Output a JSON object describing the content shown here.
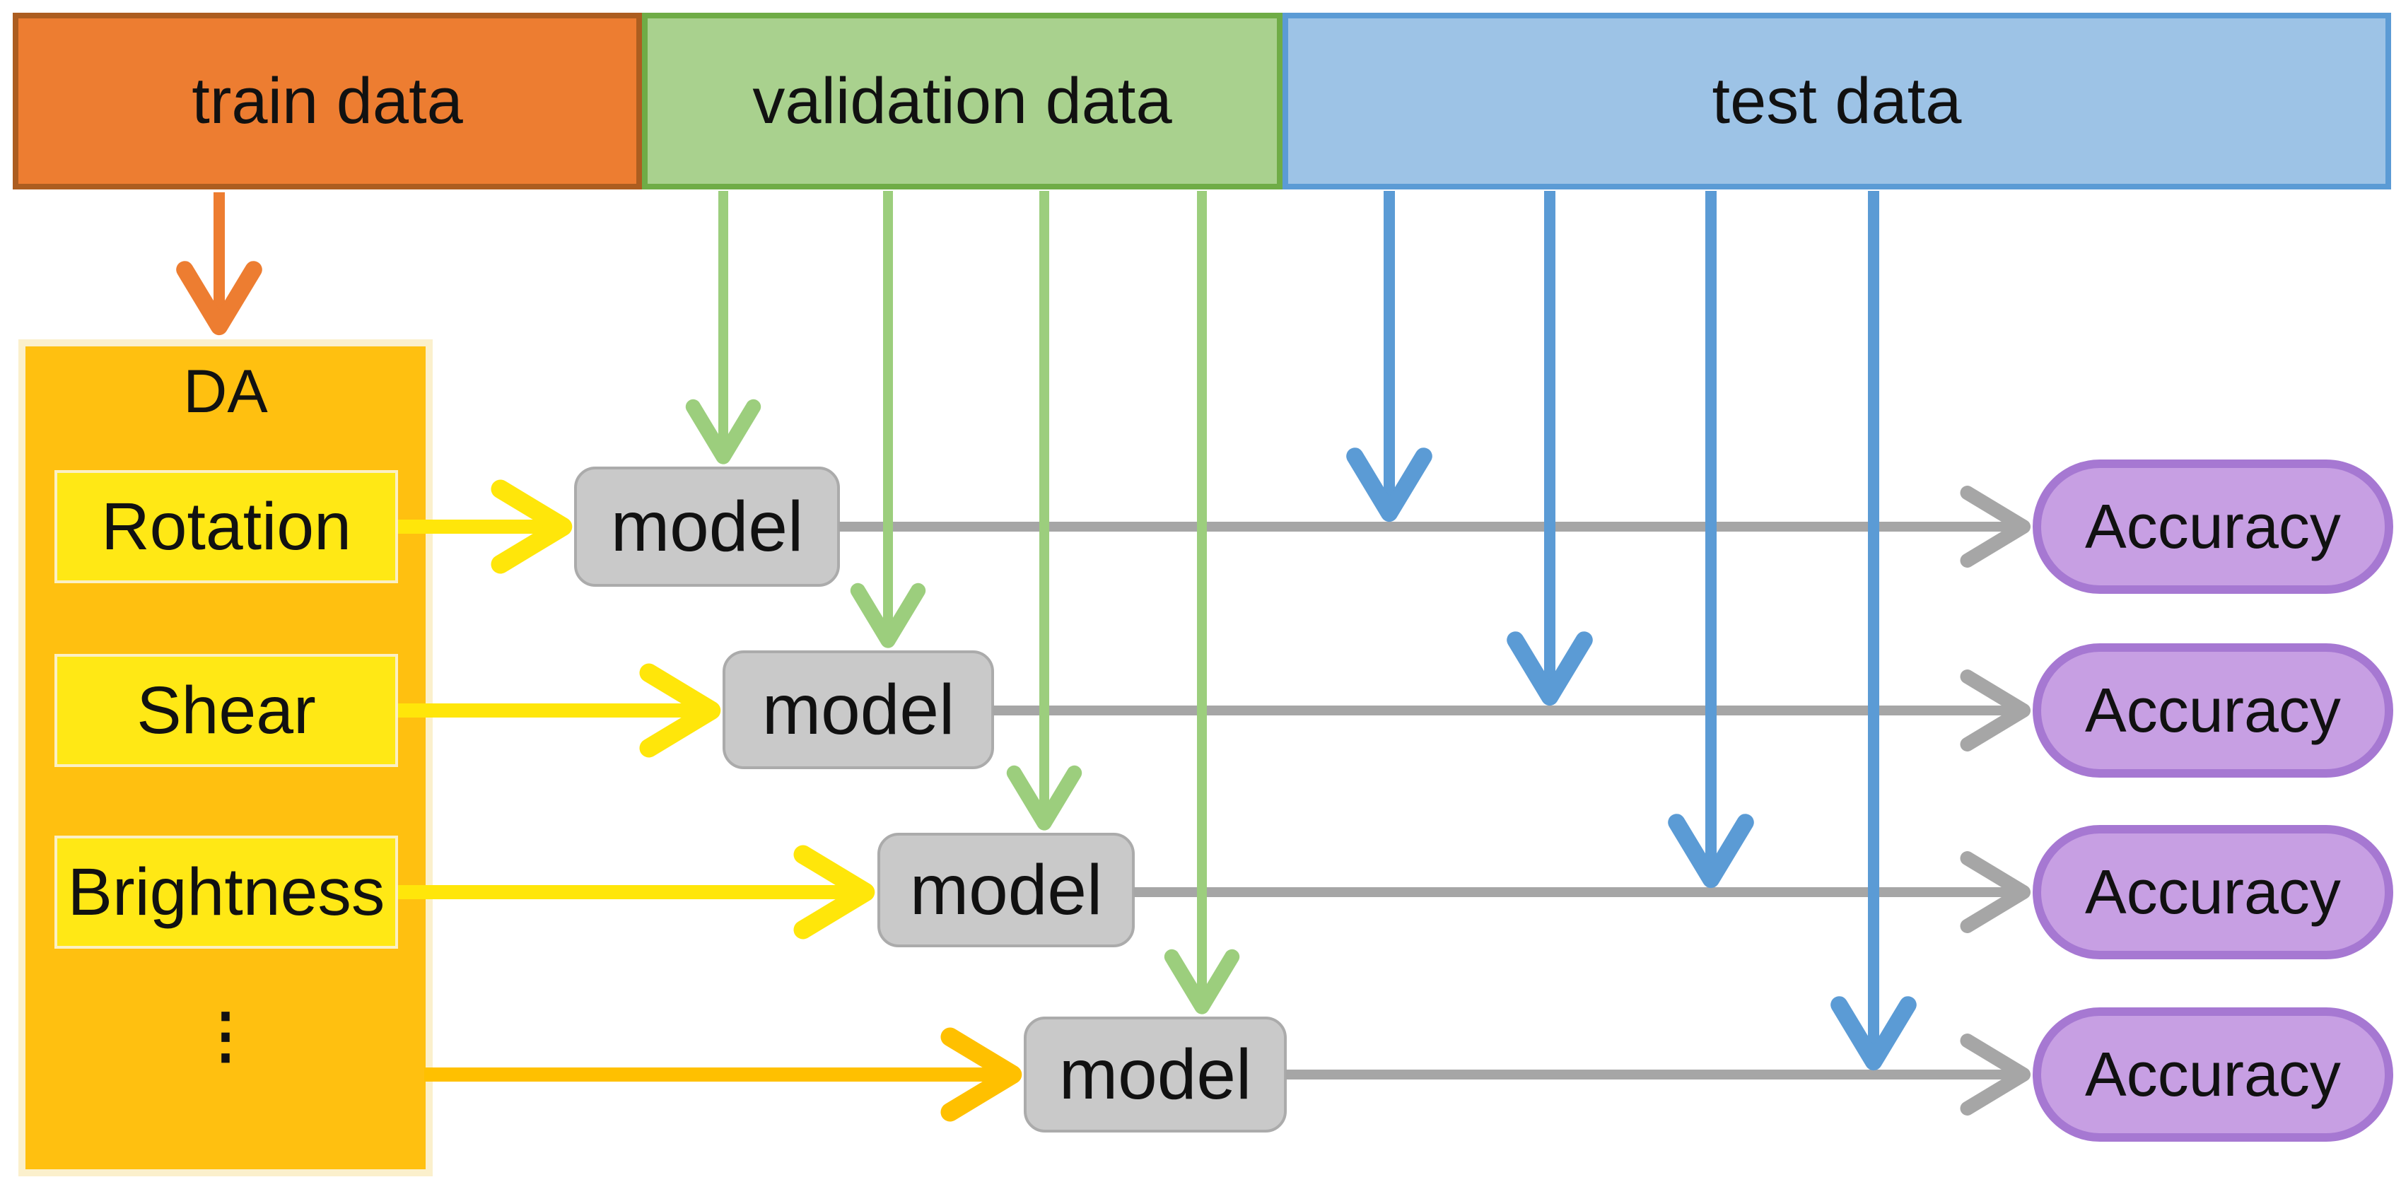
{
  "diagram": {
    "data_bars": [
      {
        "id": "train",
        "label": "train data",
        "fill": "#ED7D31",
        "border": "#AC5D20"
      },
      {
        "id": "validation",
        "label": "validation data",
        "fill": "#A9D18E",
        "border": "#6FAC46"
      },
      {
        "id": "test",
        "label": "test data",
        "fill": "#9DC3E6",
        "border": "#5B9BD5"
      }
    ],
    "da_box": {
      "title": "DA",
      "fill": "#FFC010",
      "border": "#FBF0CC",
      "item_fill": "#FFE815",
      "items": [
        {
          "label": "Rotation"
        },
        {
          "label": "Shear"
        },
        {
          "label": "Brightness"
        }
      ],
      "ellipsis": "⋮"
    },
    "models": [
      {
        "label": "model"
      },
      {
        "label": "model"
      },
      {
        "label": "model"
      },
      {
        "label": "model"
      }
    ],
    "accuracy_boxes": [
      {
        "label": "Accuracy"
      },
      {
        "label": "Accuracy"
      },
      {
        "label": "Accuracy"
      },
      {
        "label": "Accuracy"
      }
    ],
    "model_fill": "#C9C9C9",
    "model_border": "#ABABAB",
    "accuracy_fill": "#C79FE3",
    "accuracy_border": "#A678D2",
    "arrow_colors": {
      "train_to_da": "#ED7D31",
      "validation_to_model": "#9CCE7D",
      "test_to_row": "#5B9BD5",
      "da_item_to_model": "#FFE60A",
      "da_box_to_model": "#FFC000",
      "model_to_accuracy": "#A6A6A6"
    }
  }
}
